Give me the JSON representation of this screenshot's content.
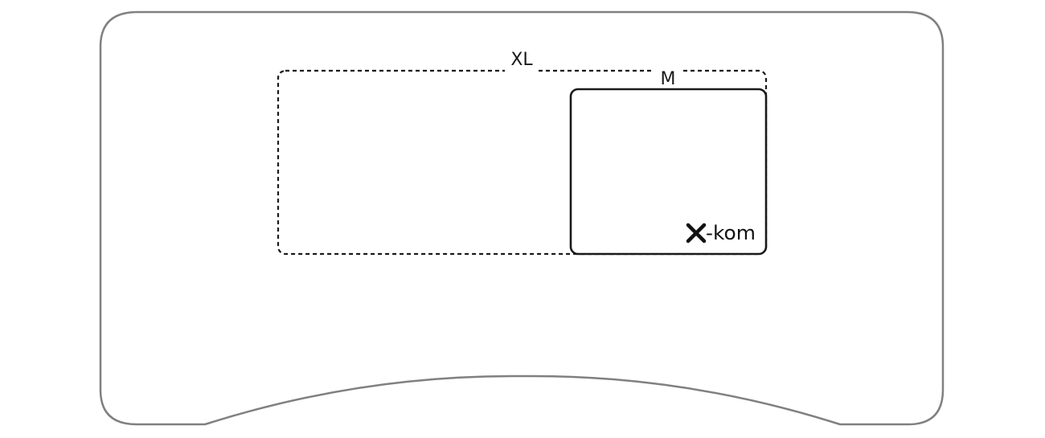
{
  "sizes": {
    "large_label": "XL",
    "medium_label": "M"
  },
  "logo": {
    "text": "x-kom"
  },
  "colors": {
    "desk_outline": "#808080",
    "pad_outline": "#1a1a1a",
    "background": "#ffffff"
  }
}
